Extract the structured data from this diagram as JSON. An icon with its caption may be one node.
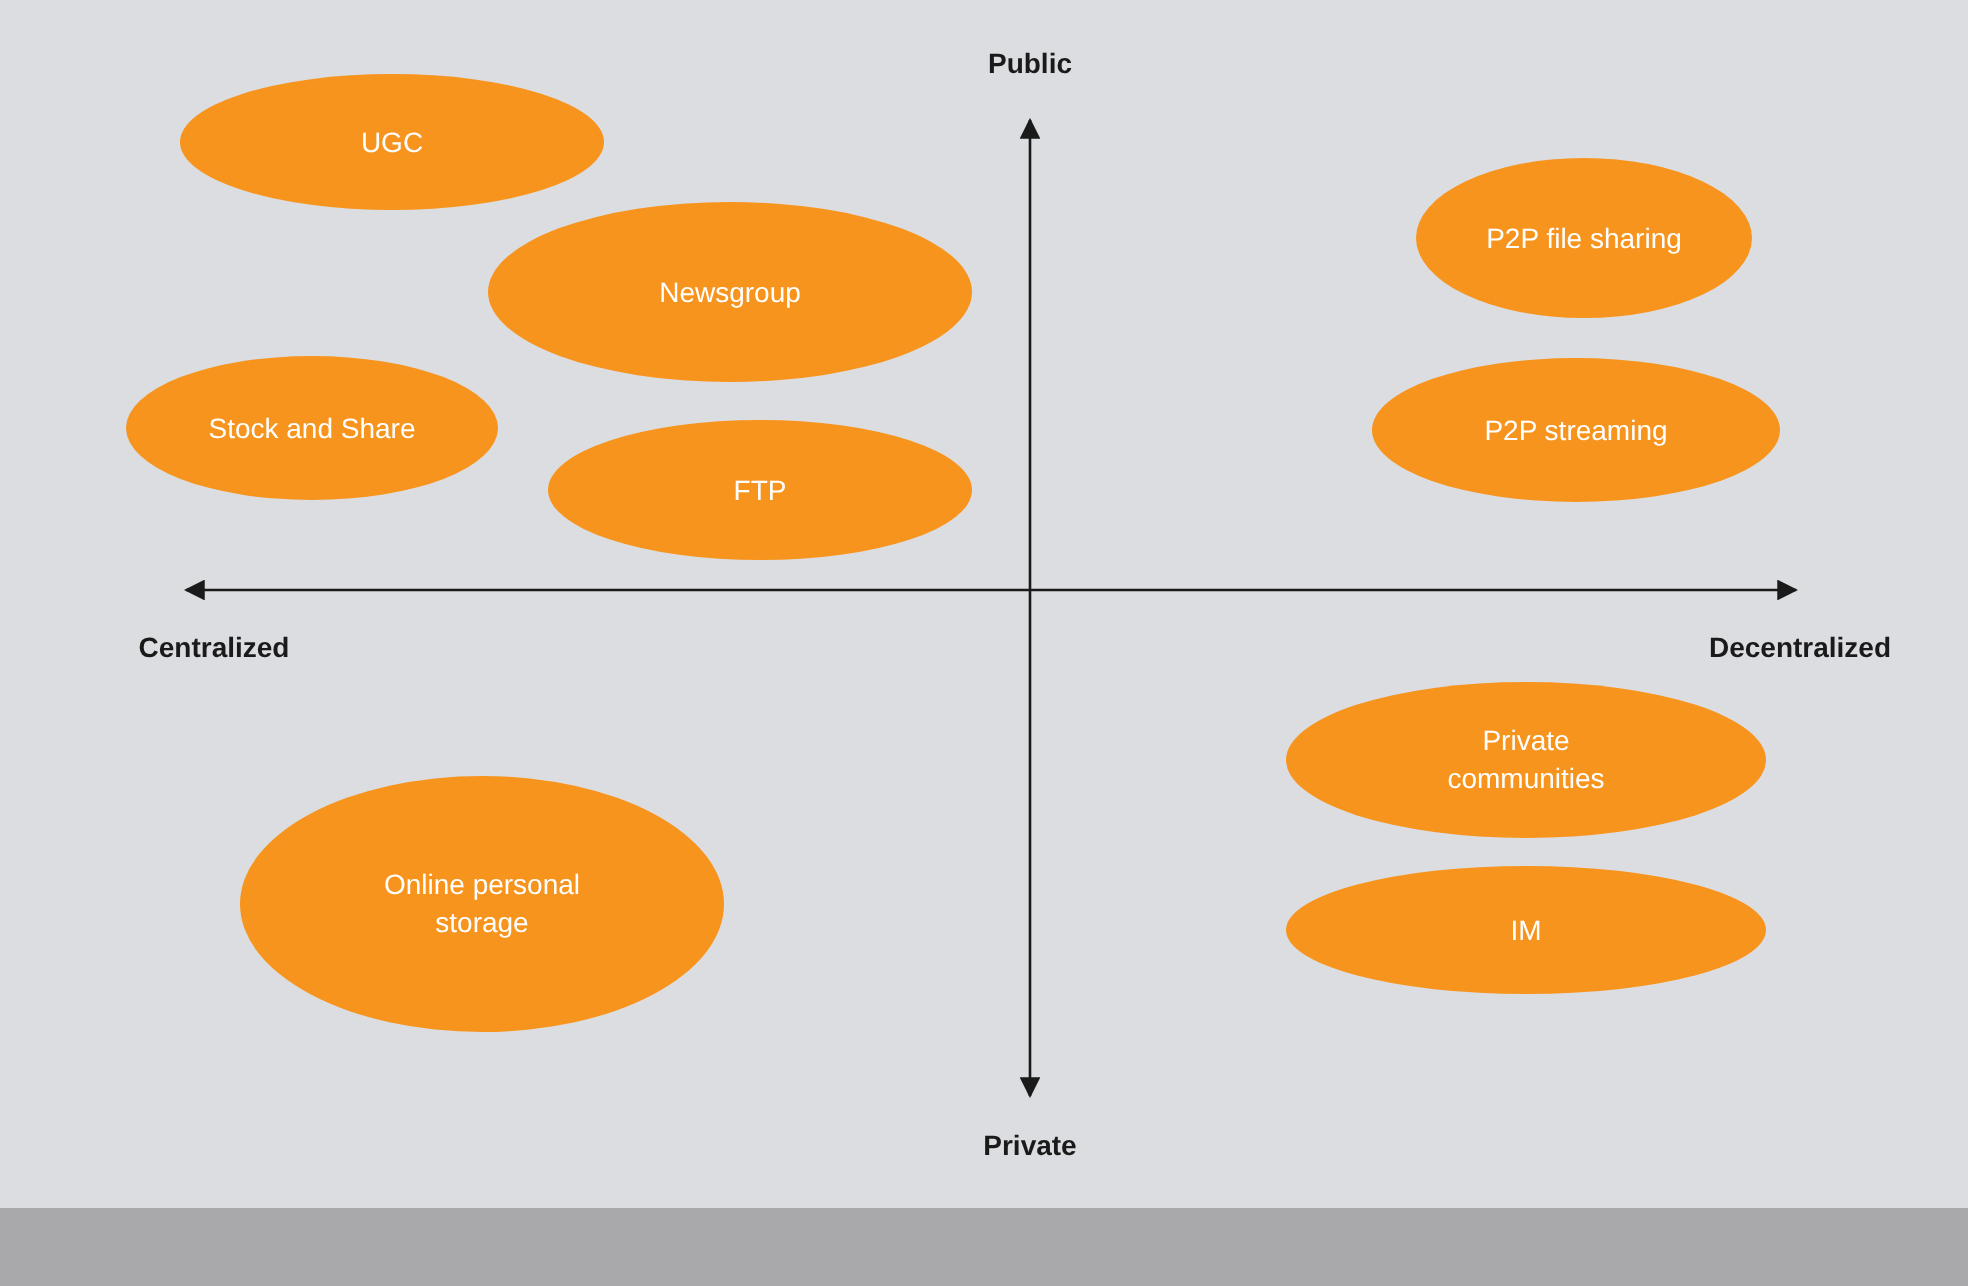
{
  "diagram": {
    "nodes": [
      {
        "text": [
          "UGC"
        ]
      },
      {
        "text": [
          "Newsgroup"
        ]
      },
      {
        "text": [
          "Stock and Share"
        ]
      },
      {
        "text": [
          "FTP"
        ]
      },
      {
        "text": [
          "P2P file sharing"
        ]
      },
      {
        "text": [
          "P2P streaming"
        ]
      },
      {
        "text": [
          "Private communities"
        ]
      },
      {
        "text": [
          "IM"
        ]
      },
      {
        "text": [
          "Online personal storage"
        ]
      }
    ],
    "edges": [],
    "labels": [
      "Public",
      "Centralized",
      "Decentralized",
      "Private"
    ]
  }
}
